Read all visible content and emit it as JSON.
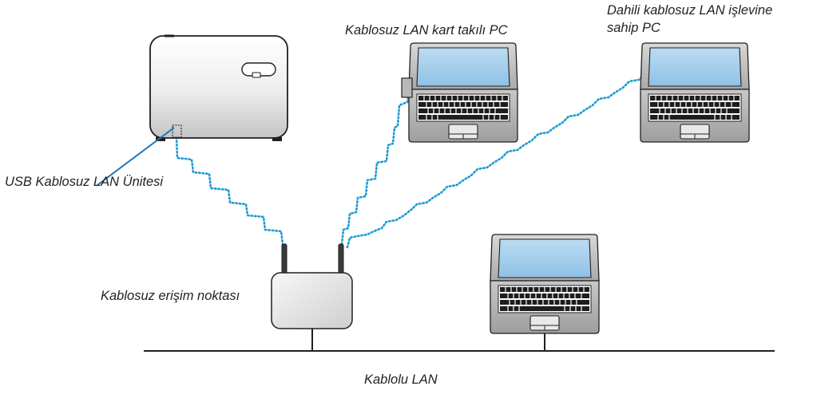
{
  "labels": {
    "usb_unit": "USB Kablosuz LAN Ünitesi",
    "pc_with_card": "Kablosuz LAN kart takılı PC",
    "pc_builtin_line1": "Dahili kablosuz LAN işlevine",
    "pc_builtin_line2": "sahip PC",
    "access_point": "Kablosuz erişim noktası",
    "wired_lan": "Kablolu LAN"
  },
  "colors": {
    "wireless_link": "#1a9ad6",
    "pointer_line": "#1b75bc",
    "outline": "#231f20",
    "screen": "#9cc9ea",
    "body_light": "#f2f2f2",
    "body_dark": "#bdbdbd"
  }
}
